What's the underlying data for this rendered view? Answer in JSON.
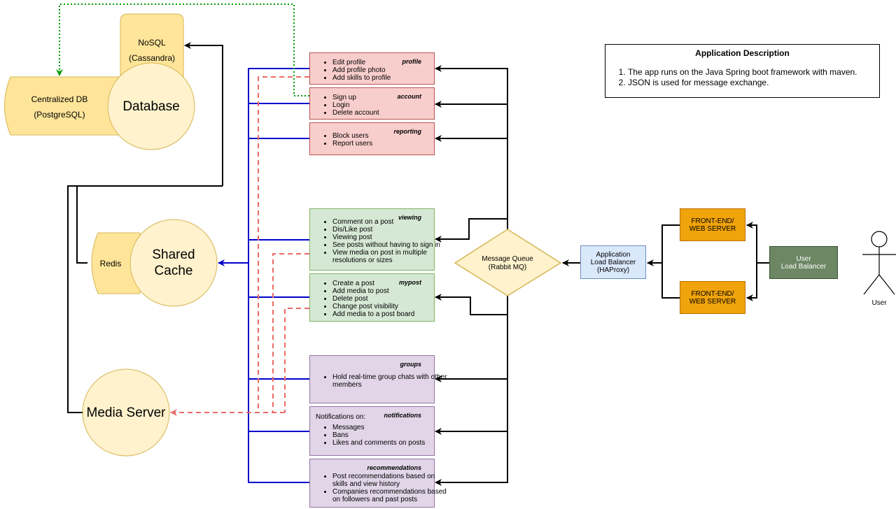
{
  "nodes": {
    "nosql": {
      "line1": "NoSQL",
      "line2": "(Cassandra)"
    },
    "centralized_db": {
      "line1": "Centralized DB",
      "line2": "(PostgreSQL)"
    },
    "database": "Database",
    "redis": "Redis",
    "shared_cache": {
      "line1": "Shared",
      "line2": "Cache"
    },
    "media_server": "Media Server",
    "message_queue": {
      "line1": "Message Queue",
      "line2": "(Rabbit MQ)"
    },
    "app_lb": {
      "line1": "Application",
      "line2": "Load Balancer",
      "line3": "(HAProxy)"
    },
    "web_server_1": {
      "line1": "FRONT-END/",
      "line2": "WEB SERVER"
    },
    "web_server_2": {
      "line1": "FRONT-END/",
      "line2": "WEB SERVER"
    },
    "user_lb": {
      "line1": "User",
      "line2": "Load Balancer"
    },
    "user": "User"
  },
  "services": {
    "profile": {
      "title": "profile",
      "items": [
        "Edit profile",
        "Add profile photo",
        "Add skills to profile"
      ]
    },
    "account": {
      "title": "account",
      "items": [
        "Sign up",
        "Login",
        "Delete account"
      ]
    },
    "reporting": {
      "title": "reporting",
      "items": [
        "Block users",
        "Report users"
      ]
    },
    "viewing": {
      "title": "viewing",
      "items": [
        "Comment on a post",
        "Dis/Like post",
        "Viewing post",
        "See posts without having to sign in",
        "View media on post in multiple resolutions or sizes"
      ]
    },
    "mypost": {
      "title": "mypost",
      "items": [
        "Create a post",
        "Add media to post",
        "Delete post",
        "Change post visibility",
        "Add media to a post board"
      ]
    },
    "groups": {
      "title": "groups",
      "items": [
        "Hold real-time group chats with other members"
      ]
    },
    "notifications": {
      "title": "notifications",
      "intro": "Notifications on:",
      "items": [
        "Messages",
        "Bans",
        "Likes and comments on posts"
      ]
    },
    "recommendations": {
      "title": "recommendations",
      "items": [
        "Post recommendations based on skills and view history",
        "Companies recommendations based on followers and past posts"
      ]
    }
  },
  "description": {
    "title": "Application Description",
    "items": [
      "The app runs on the Java Spring boot framework with maven.",
      "JSON is used for message exchange."
    ]
  },
  "colors": {
    "db_fill": "#fff2cc",
    "db_shape": "#ffe599",
    "blue_line": "#0000cc",
    "red_dash": "#ea6b66",
    "green_dot": "#009900",
    "diamond_fill": "#fff2cc",
    "diamond_stroke": "#d6b656",
    "app_lb_fill": "#dae8fc",
    "user_lb_fill": "#6d8764"
  }
}
